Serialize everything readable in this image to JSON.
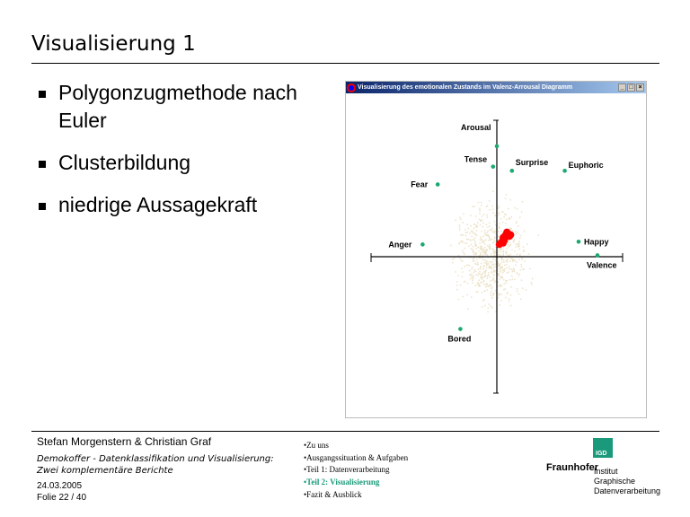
{
  "slide": {
    "title": "Visualisierung 1",
    "bullets": [
      "Polygonzugmethode nach Euler",
      "Clusterbildung",
      "niedrige Aussagekraft"
    ]
  },
  "window": {
    "title": "Visualisierung des emotionalen Zustands im Valenz-Arrousal Diagramm",
    "buttons": [
      "_",
      "□",
      "×"
    ]
  },
  "chart_data": {
    "type": "scatter",
    "xlabel": "Valence",
    "ylabel": "Arousal",
    "xlim": [
      -1,
      1
    ],
    "ylim": [
      -1,
      1
    ],
    "points": [
      {
        "label": "Arousal",
        "x": 0.0,
        "y": 0.81
      },
      {
        "label": "Tense",
        "x": -0.03,
        "y": 0.66
      },
      {
        "label": "Surprise",
        "x": 0.12,
        "y": 0.63
      },
      {
        "label": "Euphoric",
        "x": 0.54,
        "y": 0.63
      },
      {
        "label": "Fear",
        "x": -0.47,
        "y": 0.53
      },
      {
        "label": "Anger",
        "x": -0.59,
        "y": 0.09
      },
      {
        "label": "Happy",
        "x": 0.65,
        "y": 0.11
      },
      {
        "label": "Valence",
        "x": 0.8,
        "y": 0.01
      },
      {
        "label": "Bored",
        "x": -0.29,
        "y": -0.53
      }
    ],
    "cluster": [
      [
        0.02,
        0.09
      ],
      [
        0.04,
        0.11
      ],
      [
        0.05,
        0.14
      ],
      [
        0.07,
        0.16
      ],
      [
        0.09,
        0.17
      ],
      [
        0.1,
        0.15
      ],
      [
        0.06,
        0.12
      ],
      [
        0.08,
        0.18
      ],
      [
        0.11,
        0.16
      ],
      [
        0.03,
        0.1
      ],
      [
        0.05,
        0.1
      ]
    ],
    "point_color": "#1aaa70",
    "cluster_color": "#ff0000"
  },
  "footer": {
    "authors": "Stefan Morgenstern & Christian Graf",
    "subtitle1": "Demokoffer - Datenklassifikation und Visualisierung:",
    "subtitle2": "Zwei komplementäre Berichte",
    "date": "24.03.2005",
    "slide_no": "Folie 22 / 40",
    "nav": [
      "Zu uns",
      "Ausgangssituation & Aufgaben",
      "Teil 1: Datenverarbeitung",
      "Teil 2: Visualisierung",
      "Fazit & Ausblick"
    ],
    "logo": {
      "badge": "IGD",
      "brand": "Fraunhofer",
      "inst1": "Institut",
      "inst2": "Graphische",
      "inst3": "Datenverarbeitung"
    }
  }
}
